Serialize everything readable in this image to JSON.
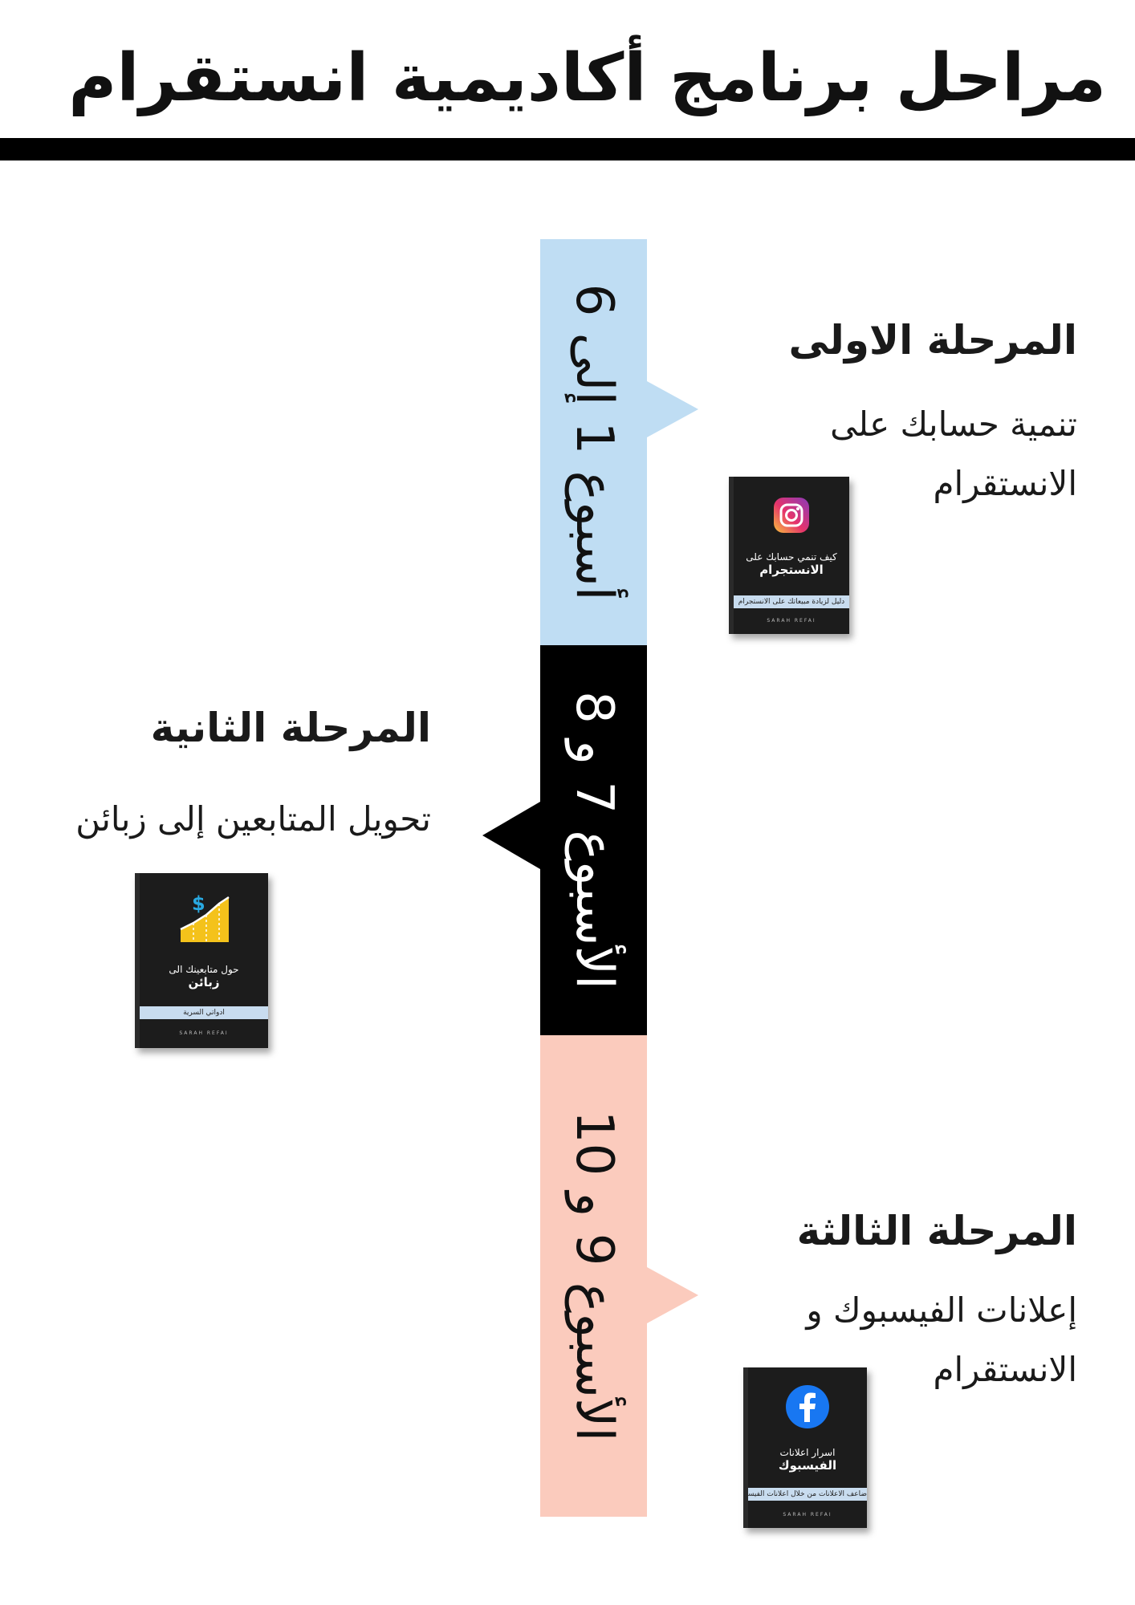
{
  "title": "مراحل برنامج أكاديمية انستقرام",
  "timeline": {
    "segments": [
      {
        "label": "أسبوع 1 إلى 6",
        "color": "#bfddf3",
        "text_color": "#111111"
      },
      {
        "label": "الأسبوع 7 و 8",
        "color": "#000000",
        "text_color": "#ffffff"
      },
      {
        "label": "الأسبوع 9 و 10",
        "color": "#fbcbbd",
        "text_color": "#111111"
      }
    ]
  },
  "phases": [
    {
      "heading": "المرحلة الاولى",
      "description": "تنمية حسابك على الانستقرام",
      "product": {
        "icon": "instagram-icon",
        "title_line1": "كيف تنمي حسابك على",
        "title_line2": "الانستجرام",
        "band": "دليل لزيادة مبيعاتك على الانستجرام",
        "brand": "SARAH REFAI"
      }
    },
    {
      "heading": "المرحلة الثانية",
      "description": "تحويل المتابعين إلى زبائن",
      "product": {
        "icon": "growth-chart-icon",
        "title_line1": "حول متابعينك الى",
        "title_line2": "زبائن",
        "band": "ادواتي السرية",
        "brand": "SARAH REFAI"
      }
    },
    {
      "heading": "المرحلة الثالثة",
      "description": "إعلانات الفيسبوك و الانستقرام",
      "product": {
        "icon": "facebook-icon",
        "title_line1": "اسرار اعلانات",
        "title_line2": "الفيسبوك",
        "band": "ضاعف الاعلانات من خلال اعلانات الفيسبوك",
        "brand": "SARAH REFAI"
      }
    }
  ]
}
